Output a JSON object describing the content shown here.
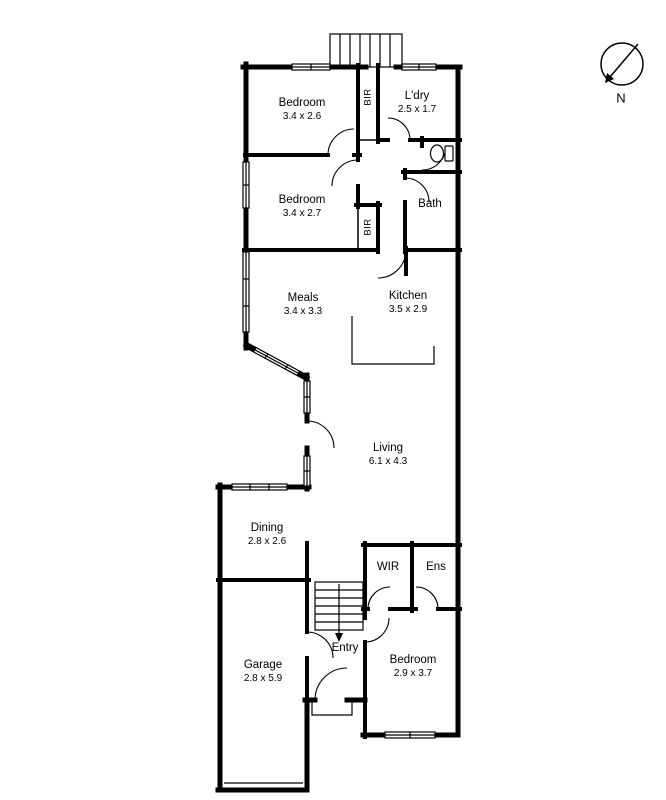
{
  "plan": {
    "compass_label": "N",
    "colors": {
      "wall": "#000000",
      "background": "#ffffff"
    },
    "rooms": [
      {
        "id": "bedroom-1",
        "name": "Bedroom",
        "dims": "3.4 x 2.6"
      },
      {
        "id": "bir-1",
        "name": "BIR",
        "dims": ""
      },
      {
        "id": "laundry",
        "name": "L'dry",
        "dims": "2.5 x 1.7"
      },
      {
        "id": "bedroom-2",
        "name": "Bedroom",
        "dims": "3.4 x 2.7"
      },
      {
        "id": "bath",
        "name": "Bath",
        "dims": ""
      },
      {
        "id": "bir-2",
        "name": "BIR",
        "dims": ""
      },
      {
        "id": "meals",
        "name": "Meals",
        "dims": "3.4 x 3.3"
      },
      {
        "id": "kitchen",
        "name": "Kitchen",
        "dims": "3.5 x 2.9"
      },
      {
        "id": "living",
        "name": "Living",
        "dims": "6.1 x 4.3"
      },
      {
        "id": "dining",
        "name": "Dining",
        "dims": "2.8 x 2.6"
      },
      {
        "id": "wir",
        "name": "WIR",
        "dims": ""
      },
      {
        "id": "ensuite",
        "name": "Ens",
        "dims": ""
      },
      {
        "id": "entry",
        "name": "Entry",
        "dims": ""
      },
      {
        "id": "garage",
        "name": "Garage",
        "dims": "2.8 x 5.9"
      },
      {
        "id": "bedroom-3",
        "name": "Bedroom",
        "dims": "2.9 x 3.7"
      }
    ]
  }
}
